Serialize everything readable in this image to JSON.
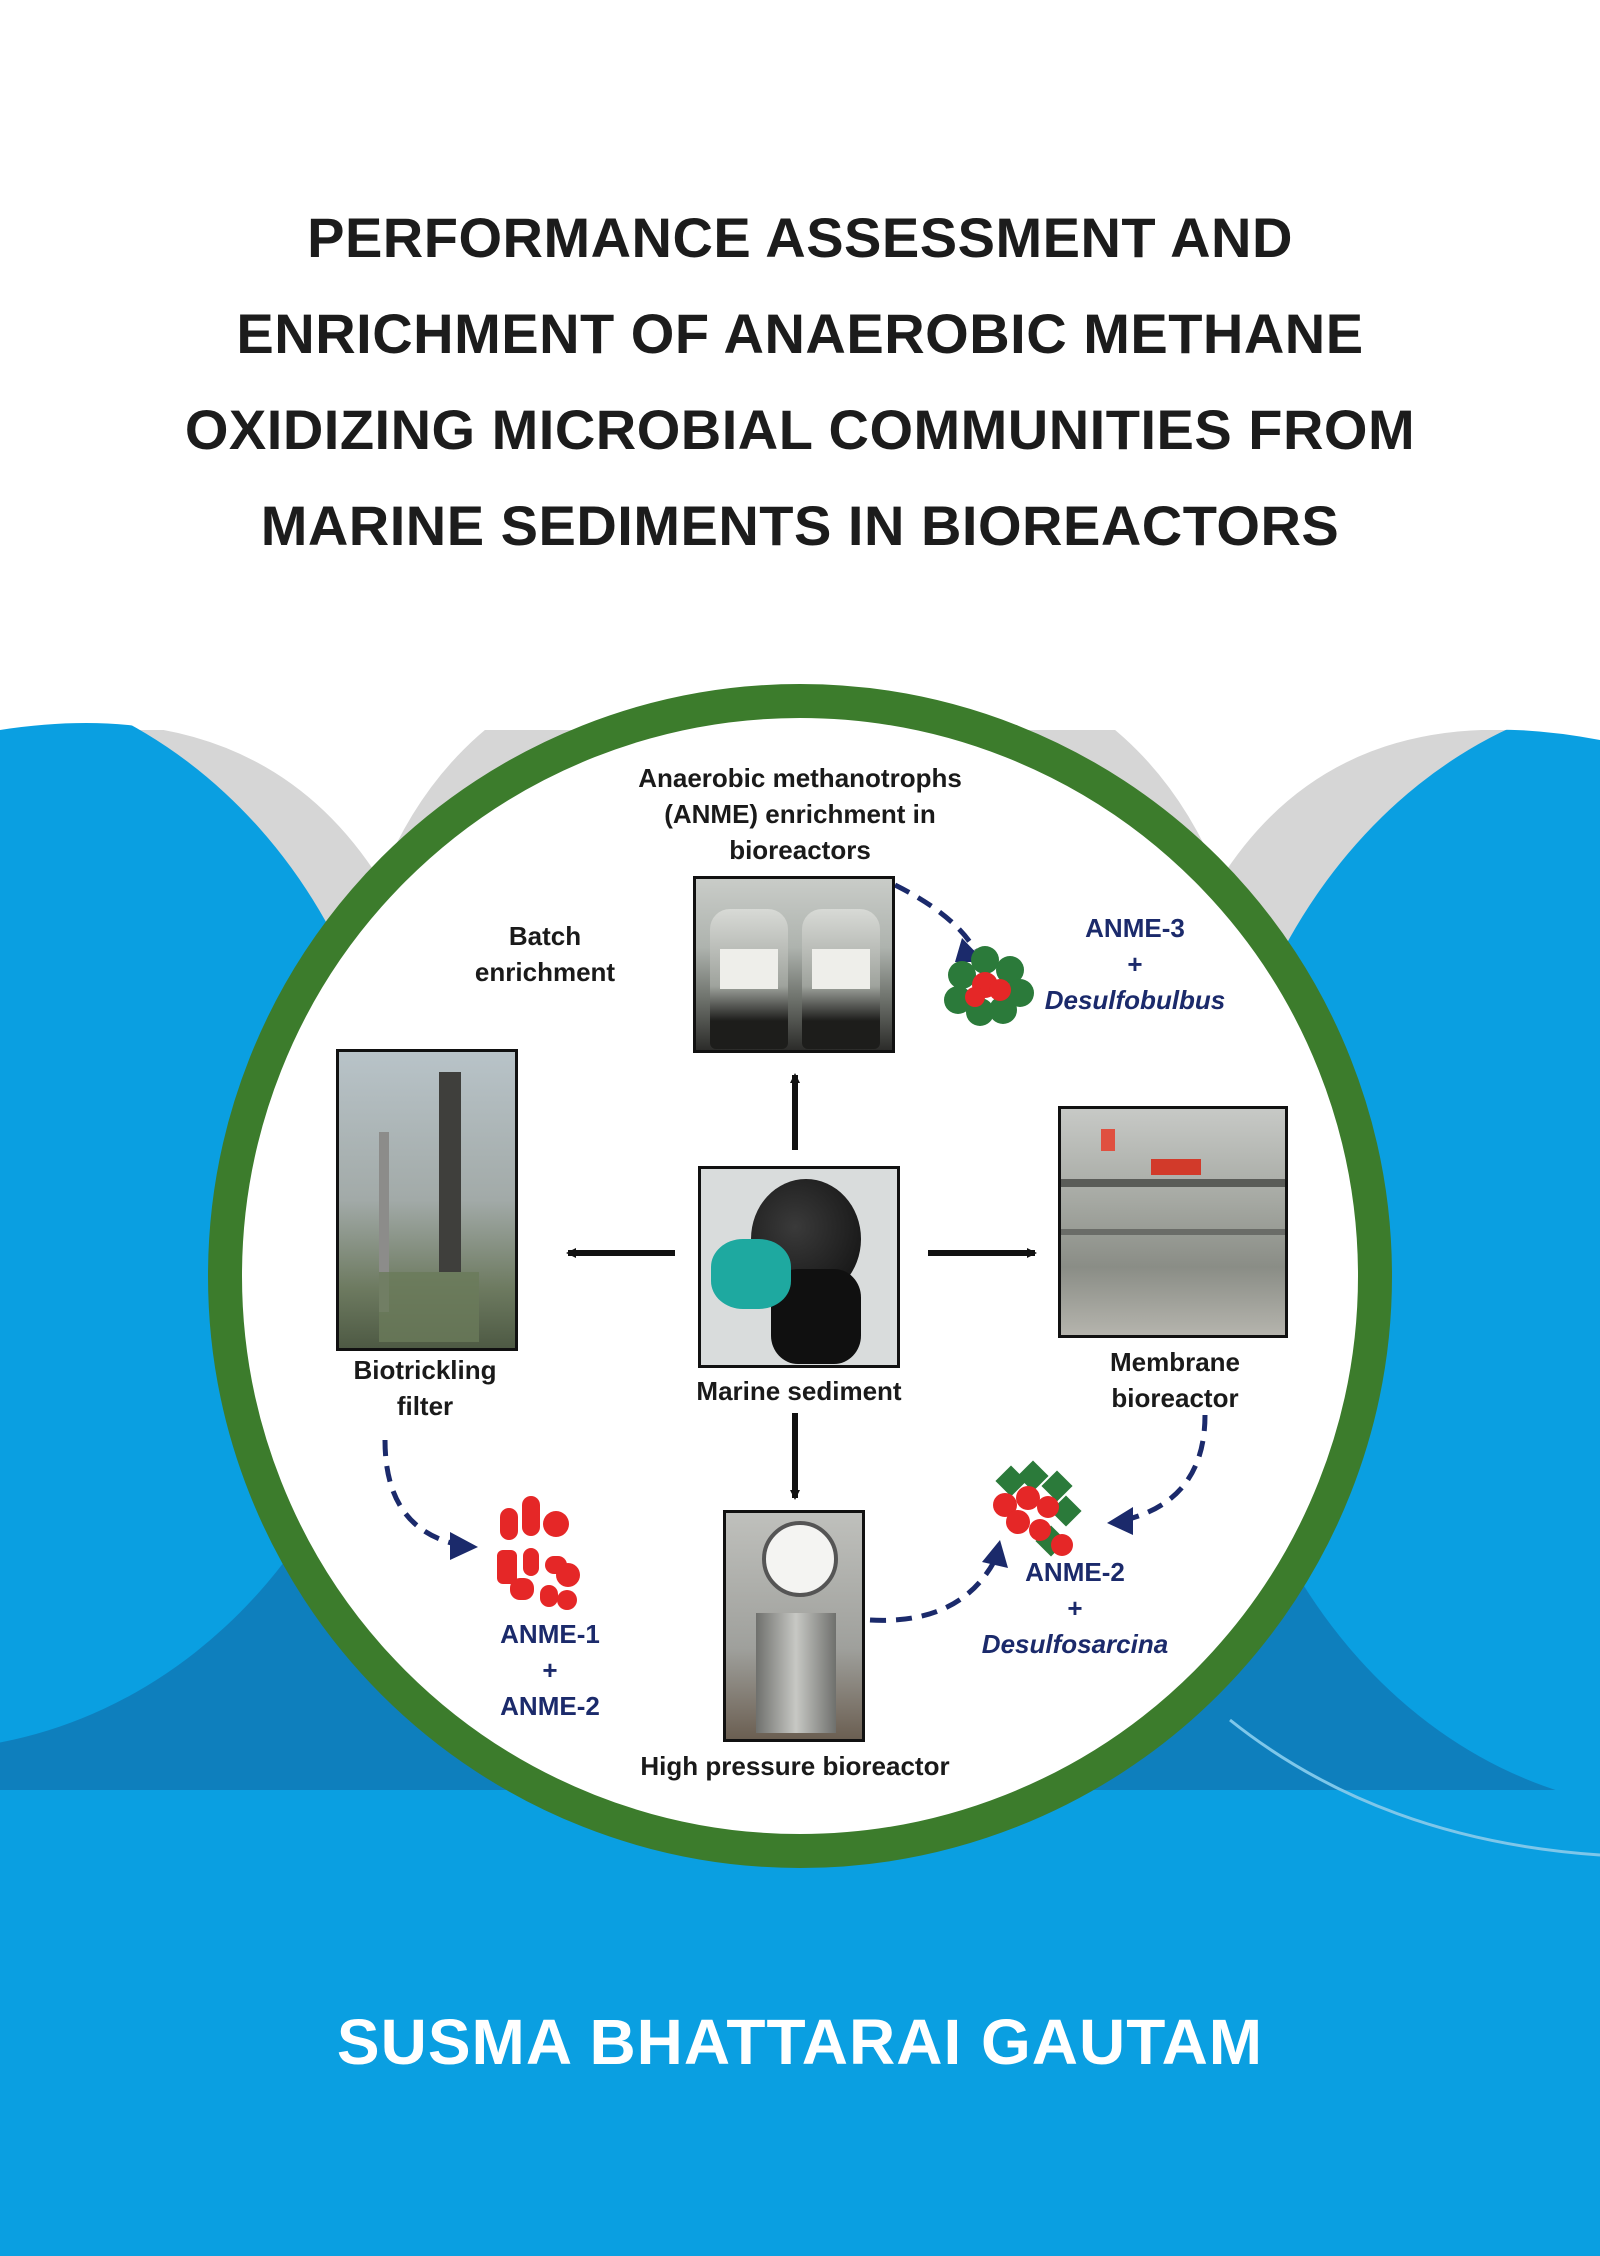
{
  "title": {
    "line1": "PERFORMANCE ASSESSMENT AND",
    "line2": "ENRICHMENT OF ANAEROBIC METHANE",
    "line3": "OXIDIZING MICROBIAL COMMUNITIES FROM",
    "line4": "MARINE SEDIMENTS IN BIOREACTORS"
  },
  "author": "SUSMA BHATTARAI GAUTAM",
  "diagram": {
    "top_caption": [
      "Anaerobic methanotrophs",
      "(ANME) enrichment in",
      "bioreactors"
    ],
    "batch": [
      "Batch",
      "enrichment"
    ],
    "center": "Marine sediment",
    "left": [
      "Biotrickling",
      "filter"
    ],
    "right": [
      "Membrane",
      "bioreactor"
    ],
    "bottom": "High pressure bioreactor",
    "anme3": {
      "line1": "ANME-3",
      "plus": "+",
      "line2": "Desulfobulbus"
    },
    "anme2_right": {
      "line1": "ANME-2",
      "plus": "+",
      "line2": "Desulfosarcina"
    },
    "anme12": {
      "line1": "ANME-1",
      "plus": "+",
      "line2": "ANME-2"
    }
  },
  "colors": {
    "ring": "#3c7c2c",
    "grey_band": "#d6d6d6",
    "dark_blue": "#0e7fbd",
    "light_blue": "#0a9fe1",
    "microbe_red": "#e52727",
    "microbe_green": "#2b7a3a",
    "label_blue": "#1b2a6b"
  }
}
